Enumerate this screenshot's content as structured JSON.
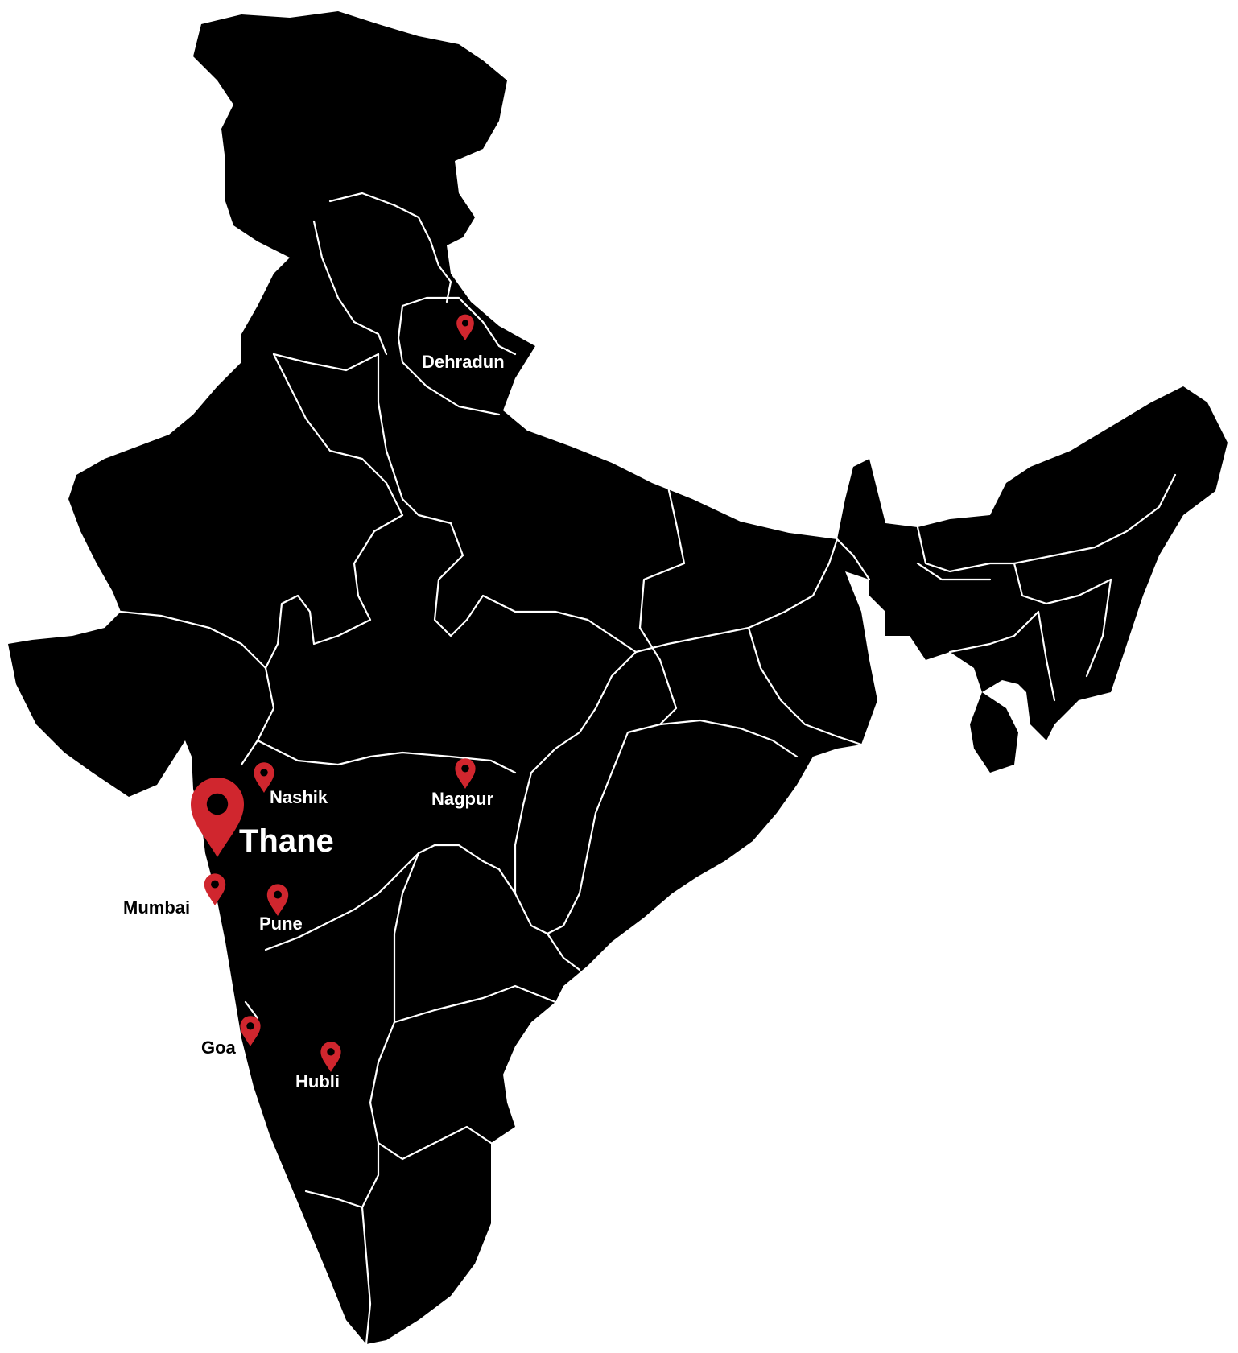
{
  "map": {
    "pin_color": "#d0262e",
    "land_color": "#000000",
    "border_color": "#ffffff",
    "cities": [
      {
        "id": "dehradun",
        "name": "Dehradun",
        "highlight": false,
        "label_tone": "light"
      },
      {
        "id": "nashik",
        "name": "Nashik",
        "highlight": false,
        "label_tone": "light"
      },
      {
        "id": "nagpur",
        "name": "Nagpur",
        "highlight": false,
        "label_tone": "light"
      },
      {
        "id": "thane",
        "name": "Thane",
        "highlight": true,
        "label_tone": "light"
      },
      {
        "id": "mumbai",
        "name": "Mumbai",
        "highlight": false,
        "label_tone": "dark"
      },
      {
        "id": "pune",
        "name": "Pune",
        "highlight": false,
        "label_tone": "light"
      },
      {
        "id": "goa",
        "name": "Goa",
        "highlight": false,
        "label_tone": "dark"
      },
      {
        "id": "hubli",
        "name": "Hubli",
        "highlight": false,
        "label_tone": "light"
      }
    ]
  }
}
